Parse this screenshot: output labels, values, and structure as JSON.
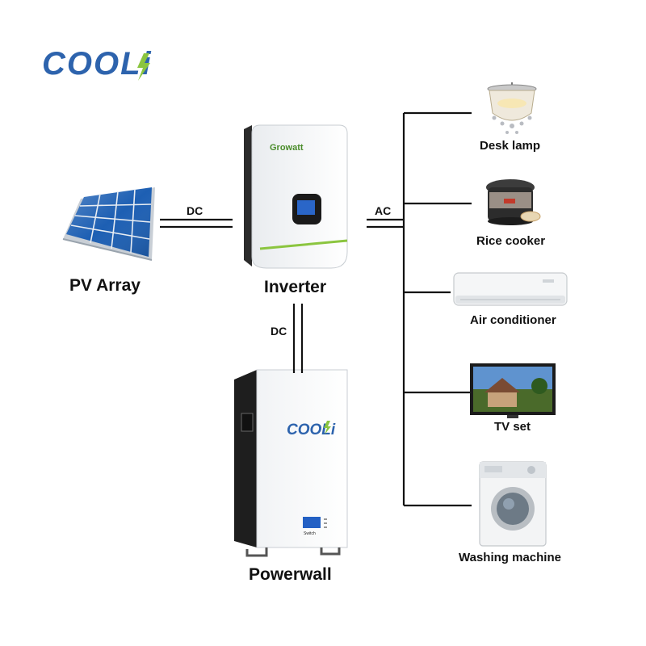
{
  "brand": {
    "logo_text": "COOLi",
    "inverter_brand": "Growatt",
    "battery_logo_text": "COOLi",
    "battery_button_label": "Switch"
  },
  "colors": {
    "brand_blue": "#2d63ad",
    "brand_green": "#8bc53f",
    "line": "#111111",
    "panel_blue": "#1d5fb3"
  },
  "nodes": {
    "pv_array": "PV Array",
    "inverter": "Inverter",
    "powerwall": "Powerwall"
  },
  "connections": {
    "pv_to_inverter": "DC",
    "inverter_to_loads": "AC",
    "inverter_to_powerwall": "DC"
  },
  "loads": [
    {
      "label": "Desk lamp",
      "icon": "chandelier-icon"
    },
    {
      "label": "Rice cooker",
      "icon": "rice-cooker-icon"
    },
    {
      "label": "Air conditioner",
      "icon": "air-conditioner-icon"
    },
    {
      "label": "TV set",
      "icon": "tv-icon"
    },
    {
      "label": "Washing machine",
      "icon": "washing-machine-icon"
    }
  ]
}
